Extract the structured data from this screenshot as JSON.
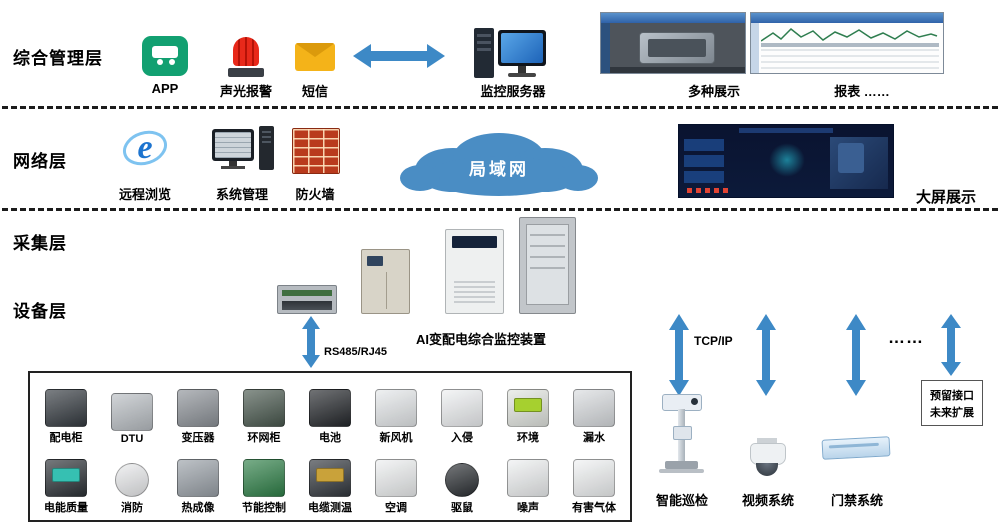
{
  "colors": {
    "arrow_blue": "#3d89c6",
    "cloud_blue": "#4a8dc4",
    "app_green": "#12a071",
    "siren_red": "#d81f10",
    "envelope_yellow": "#f4b319",
    "firewall_red": "#b93a1d"
  },
  "layers": [
    {
      "label": "综合管理层"
    },
    {
      "label": "网络层"
    },
    {
      "label": "采集层"
    },
    {
      "label": "设备层"
    }
  ],
  "management": {
    "app_label": "APP",
    "alarm_label": "声光报警",
    "sms_label": "短信",
    "server_label": "监控服务器",
    "display_label": "多种展示",
    "report_label": "报表 ……"
  },
  "network": {
    "browse_label": "远程浏览",
    "sysmgmt_label": "系统管理",
    "firewall_label": "防火墙",
    "lan_label": "局域网",
    "bigscreen_label": "大屏展示"
  },
  "collection": {
    "device_label": "AI变配电综合监控装置",
    "bus_label": "RS485/RJ45"
  },
  "devices": {
    "tcp_label": "TCP/IP",
    "dots": "……",
    "grid": [
      [
        {
          "label": "配电柜",
          "icon": "power-distribution-cabinet-icon",
          "color": "#343a40"
        },
        {
          "label": "DTU",
          "icon": "dtu-icon",
          "color": "#b9bec3"
        },
        {
          "label": "变压器",
          "icon": "transformer-icon",
          "color": "#8d9298"
        },
        {
          "label": "环网柜",
          "icon": "ring-main-unit-icon",
          "color": "#49584e"
        },
        {
          "label": "电池",
          "icon": "battery-icon",
          "color": "#24272b"
        },
        {
          "label": "新风机",
          "icon": "fresh-air-fan-icon",
          "color": "#e5e8ea"
        },
        {
          "label": "入侵",
          "icon": "intrusion-sensor-icon",
          "color": "#eef0f2"
        },
        {
          "label": "环境",
          "icon": "environment-sensor-icon",
          "color": "#e2e5e0",
          "accent": "#a6d02f"
        },
        {
          "label": "漏水",
          "icon": "water-leak-sensor-icon",
          "color": "#d9dcdf"
        }
      ],
      [
        {
          "label": "电能质量",
          "icon": "power-quality-meter-icon",
          "color": "#2c3136",
          "accent": "#36c0b2"
        },
        {
          "label": "消防",
          "icon": "fire-alarm-icon",
          "color": "#e9eaec",
          "round": true
        },
        {
          "label": "热成像",
          "icon": "thermal-camera-icon",
          "color": "#9aa1a8"
        },
        {
          "label": "节能控制",
          "icon": "energy-saving-controller-icon",
          "color": "#2f8048"
        },
        {
          "label": "电缆测温",
          "icon": "cable-temperature-monitor-icon",
          "color": "#32373d",
          "accent": "#c9a23a"
        },
        {
          "label": "空调",
          "icon": "air-conditioner-icon",
          "color": "#edeff0"
        },
        {
          "label": "驱鼠",
          "icon": "rodent-repeller-icon",
          "color": "#2b2f33",
          "round": true
        },
        {
          "label": "噪声",
          "icon": "noise-sensor-icon",
          "color": "#eef0f1"
        },
        {
          "label": "有害气体",
          "icon": "harmful-gas-sensor-icon",
          "color": "#f0f2f3"
        }
      ]
    ],
    "right": [
      {
        "label": "智能巡检",
        "icon": "patrol-camera-icon"
      },
      {
        "label": "视频系统",
        "icon": "ptz-dome-camera-icon"
      },
      {
        "label": "门禁系统",
        "icon": "access-control-panel-icon"
      }
    ],
    "reserved_line1": "预留接口",
    "reserved_line2": "未来扩展"
  }
}
